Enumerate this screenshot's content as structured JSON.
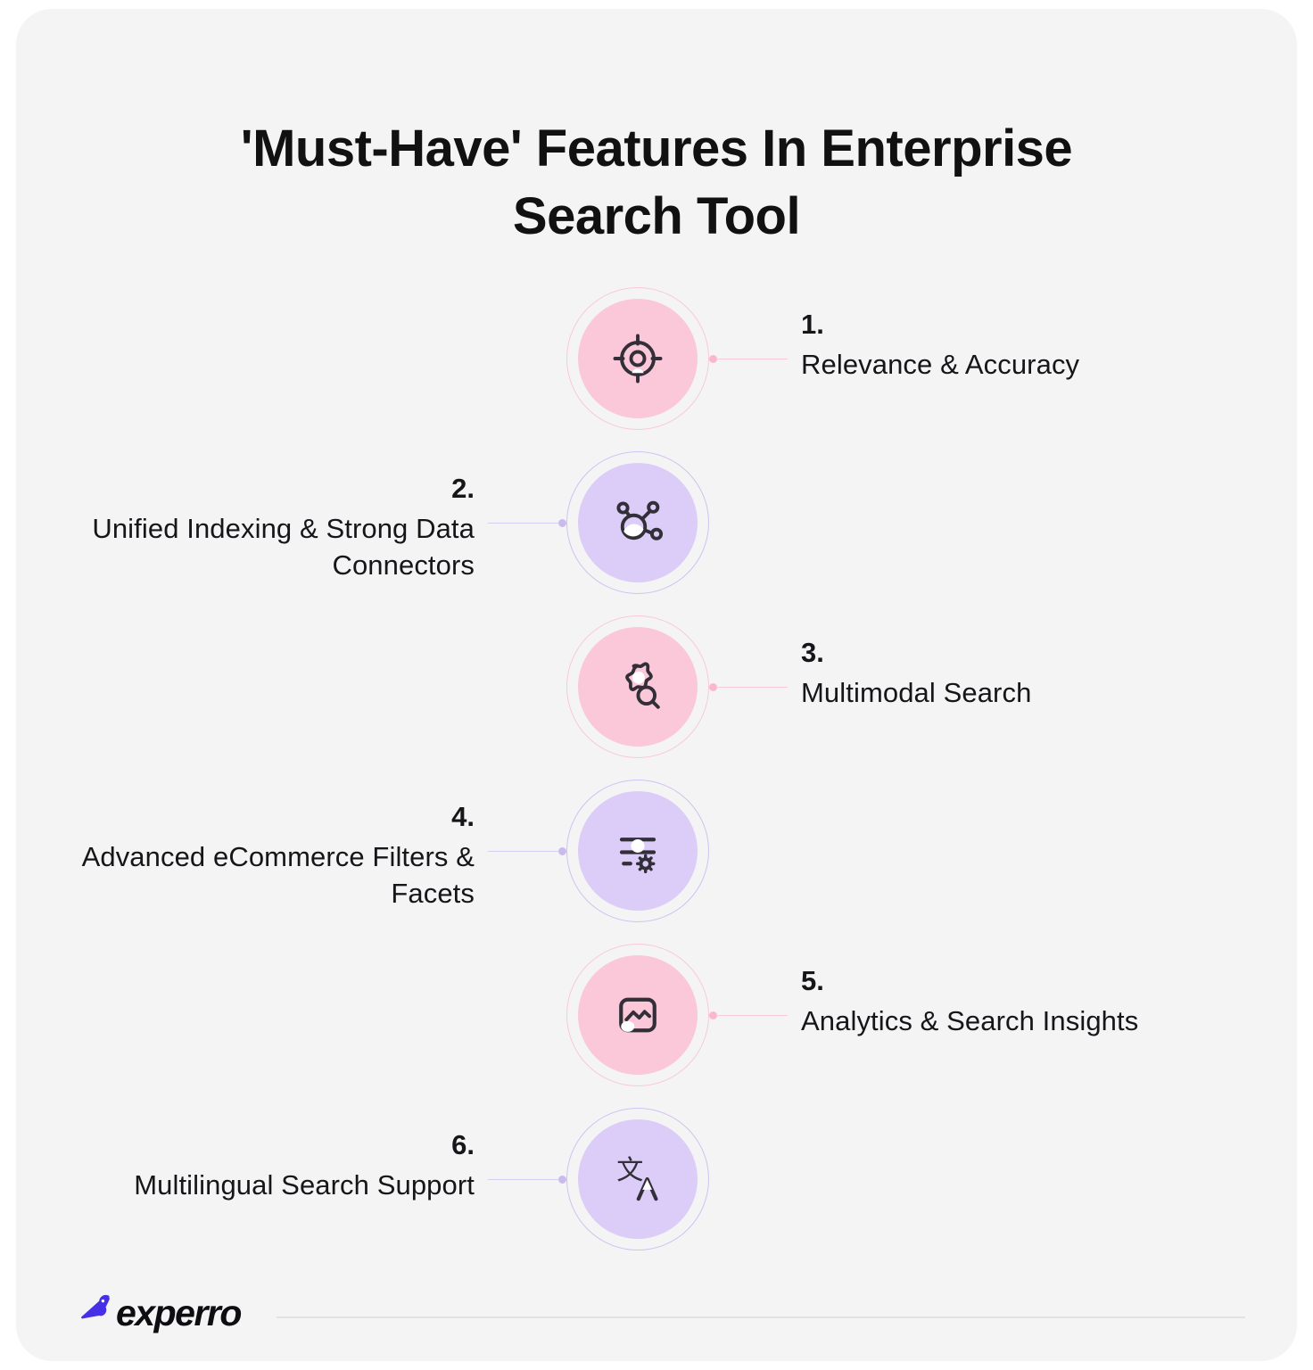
{
  "page": {
    "title": "'Must-Have' Features In Enterprise Search Tool",
    "background_color": "#f4f4f4",
    "accent_pink": "#fbc8d9",
    "accent_purple": "#dccdf8",
    "text_color": "#16161a"
  },
  "items": [
    {
      "number": "1.",
      "label": "Relevance & Accuracy",
      "icon": "target-crosshair-icon",
      "color": "pink",
      "side": "right"
    },
    {
      "number": "2.",
      "label": "Unified Indexing & Strong Data Connectors",
      "icon": "network-hub-icon",
      "color": "purple",
      "side": "left"
    },
    {
      "number": "3.",
      "label": "Multimodal Search",
      "icon": "gear-search-icon",
      "color": "pink",
      "side": "right"
    },
    {
      "number": "4.",
      "label": "Advanced eCommerce Filters & Facets",
      "icon": "filter-sliders-icon",
      "color": "purple",
      "side": "left"
    },
    {
      "number": "5.",
      "label": "Analytics & Search Insights",
      "icon": "chart-image-icon",
      "color": "pink",
      "side": "right"
    },
    {
      "number": "6.",
      "label": "Multilingual Search Support",
      "icon": "translate-icon",
      "color": "purple",
      "side": "left"
    }
  ],
  "footer": {
    "logo_text": "experro",
    "logo_mark": "bird-icon",
    "logo_mark_color": "#4530e8"
  }
}
